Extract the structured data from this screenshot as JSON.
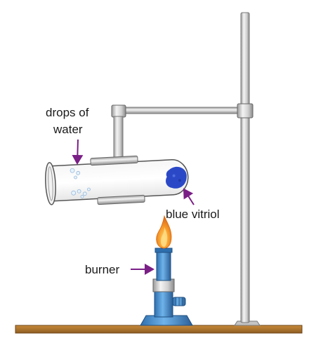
{
  "labels": {
    "drops_line1": "drops of",
    "drops_line2": "water",
    "blue_vitriol": "blue vitriol",
    "burner": "burner"
  },
  "colors": {
    "table": "#b0792e",
    "stand": "#cfcfcf",
    "tube_outline": "#555555",
    "blue_vitriol": "#2b49c7",
    "burner_blue": "#3e8fd1",
    "flame_orange": "#f08a1e",
    "arrow": "#7a1f86"
  }
}
